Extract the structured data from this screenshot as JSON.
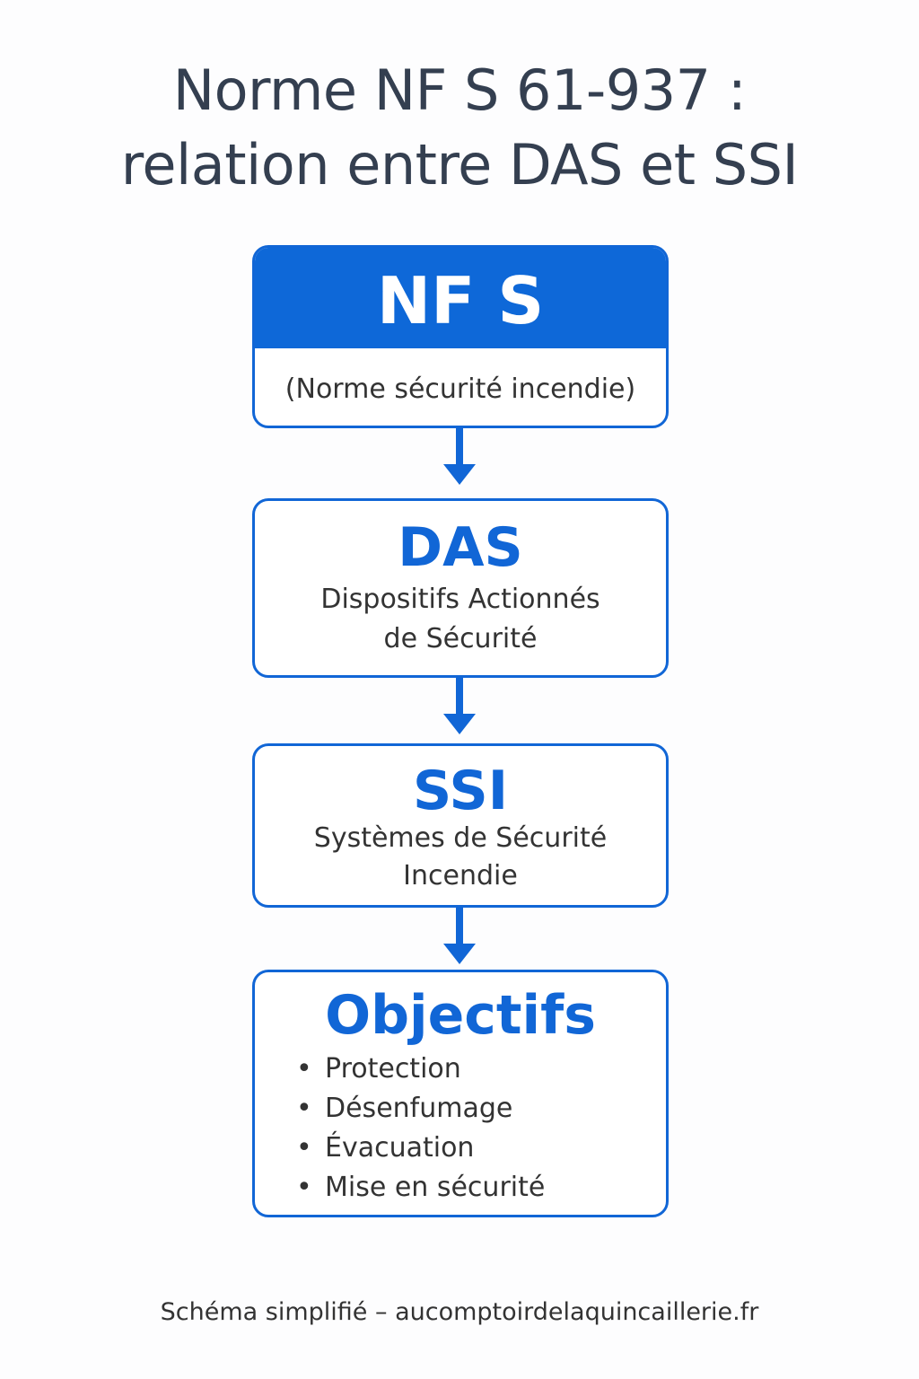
{
  "title": {
    "line1": "Norme NF S 61-937 :",
    "line2": "relation entre DAS et SSI"
  },
  "nfs": {
    "heading": "NF S",
    "subtitle": "(Norme sécurité incendie)"
  },
  "das": {
    "heading": "DAS",
    "line1": "Dispositifs Actionnés",
    "line2": "de Sécurité"
  },
  "ssi": {
    "heading": "SSI",
    "line1": "Systèmes de Sécurité",
    "line2": "Incendie"
  },
  "objectifs": {
    "heading": "Objectifs",
    "items": [
      "Protection",
      "Désenfumage",
      "Évacuation",
      "Mise en sécurité"
    ]
  },
  "footer": "Schéma simplifié – aucomptoirdelaquincaillerie.fr",
  "colors": {
    "accent": "#1166d6",
    "title": "#343f50"
  }
}
